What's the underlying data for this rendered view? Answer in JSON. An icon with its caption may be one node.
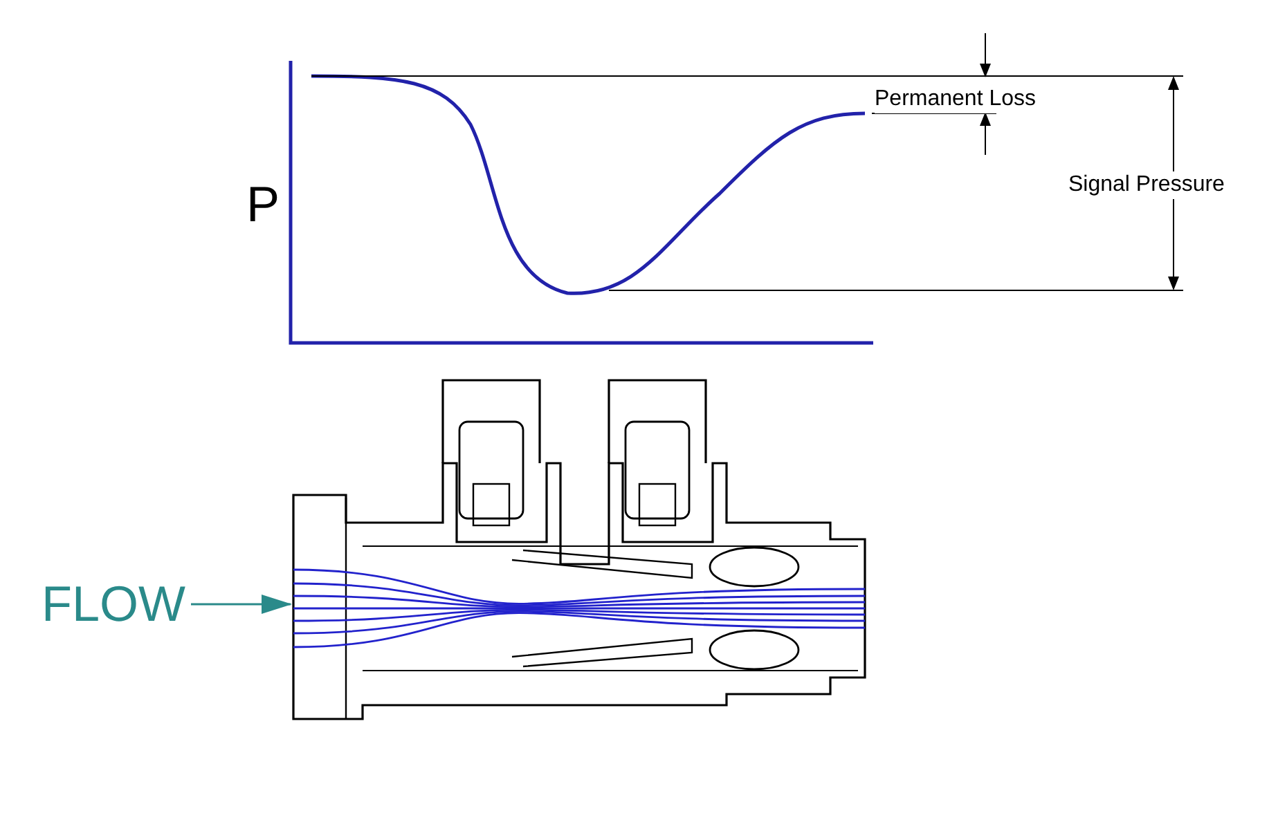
{
  "diagram": {
    "nodes": [
      {
        "text": [
          "FLOW"
        ]
      },
      {
        "text": [],
        "shape": "picture"
      }
    ],
    "edges": [
      {
        "from": 0,
        "to": 1,
        "arrow": "to"
      }
    ],
    "labels": [
      "P",
      "Permanent Loss",
      "Signal Pressure"
    ]
  }
}
